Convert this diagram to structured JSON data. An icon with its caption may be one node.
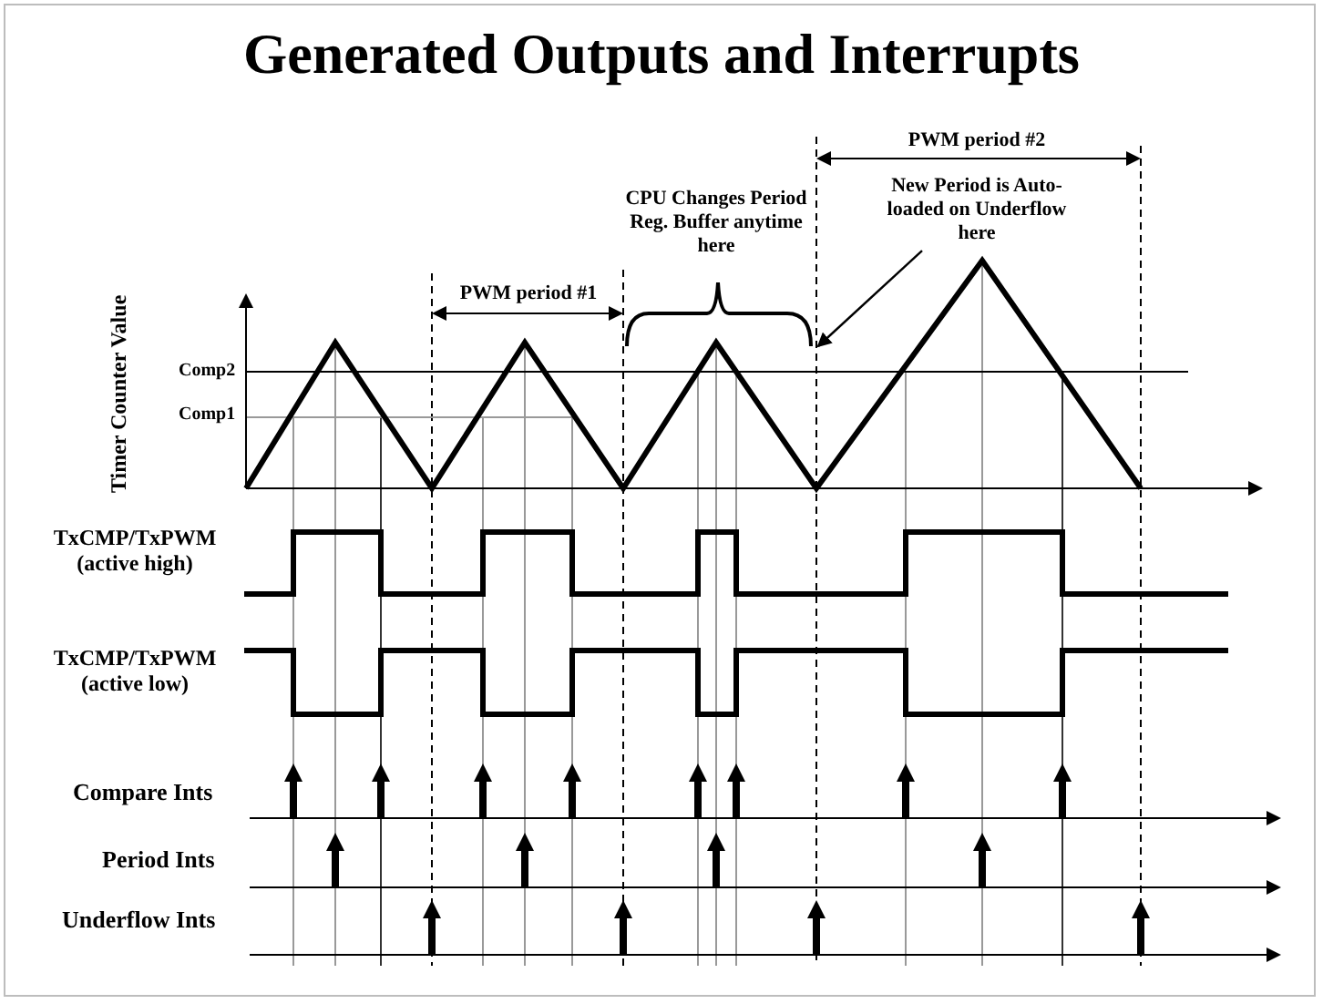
{
  "diagram": {
    "title": "Generated Outputs and Interrupts",
    "nodes": [
      {
        "text": [
          "New Period is Auto-loaded on Underflow here"
        ]
      },
      {
        "text": [],
        "shape": "line"
      }
    ],
    "edges": [
      {
        "from": 0,
        "to": 1,
        "arrow": "to"
      }
    ],
    "labels": [
      "PWM period #2",
      "CPU Changes Period Reg. Buffer anytime here",
      "PWM period #1",
      "Timer Counter Value",
      "Comp2",
      "Comp1",
      "TxCMP/TxPWM (active high)",
      "TxCMP/TxPWM (active low)",
      "Compare Ints",
      "Period Ints",
      "Underflow Ints"
    ]
  }
}
